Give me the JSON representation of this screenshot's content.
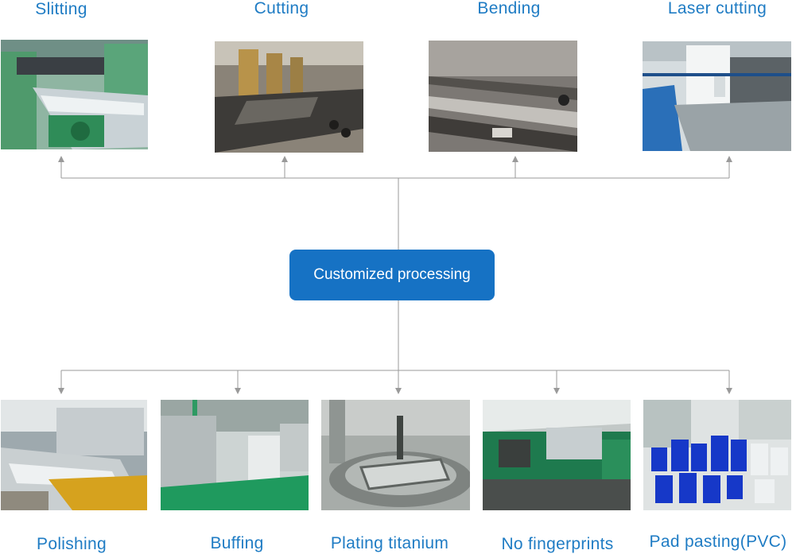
{
  "center": {
    "label": "Customized processing"
  },
  "top": [
    {
      "label": "Slitting",
      "image": "slitting-machine-photo"
    },
    {
      "label": "Cutting",
      "image": "cutting-press-photo"
    },
    {
      "label": "Bending",
      "image": "bending-brake-photo"
    },
    {
      "label": "Laser cutting",
      "image": "laser-cutter-photo"
    }
  ],
  "bottom": [
    {
      "label": "Polishing",
      "image": "polishing-line-photo"
    },
    {
      "label": "Buffing",
      "image": "buffing-workshop-photo"
    },
    {
      "label": "Plating titanium",
      "image": "vacuum-plating-photo"
    },
    {
      "label": "No fingerprints",
      "image": "coating-line-photo"
    },
    {
      "label": "Pad pasting(PVC)",
      "image": "pvc-film-rolls-photo"
    }
  ],
  "colors": {
    "accent": "#1672c4",
    "label": "#1f7cc4",
    "connector": "#9a9a9a"
  }
}
